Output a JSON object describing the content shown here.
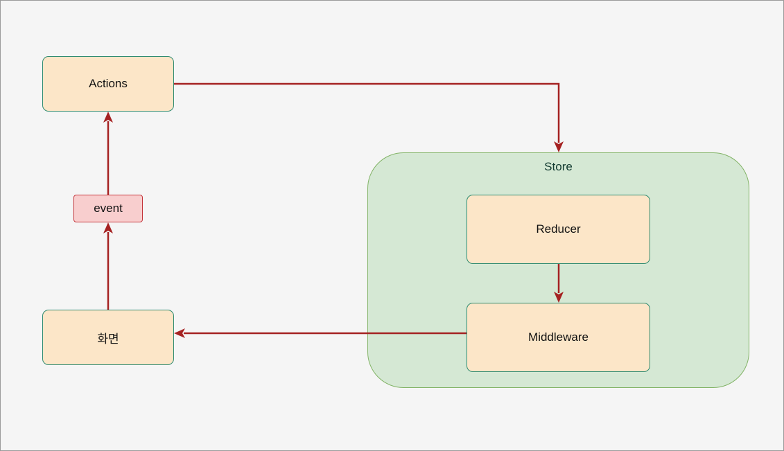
{
  "nodes": {
    "actions": "Actions",
    "event": "event",
    "screen": "화면",
    "store": "Store",
    "reducer": "Reducer",
    "middleware": "Middleware"
  },
  "colors": {
    "arrow": "#a52222",
    "node_fill": "#fce6c8",
    "node_border": "#2e8b70",
    "event_fill": "#f8cece",
    "event_border": "#c4343a",
    "store_fill": "#d5e8d4",
    "store_border": "#82b366",
    "background": "#f5f5f5"
  },
  "edges": [
    {
      "from": "screen",
      "to": "event"
    },
    {
      "from": "event",
      "to": "actions"
    },
    {
      "from": "actions",
      "to": "store"
    },
    {
      "from": "reducer",
      "to": "middleware"
    },
    {
      "from": "middleware",
      "to": "screen"
    }
  ]
}
